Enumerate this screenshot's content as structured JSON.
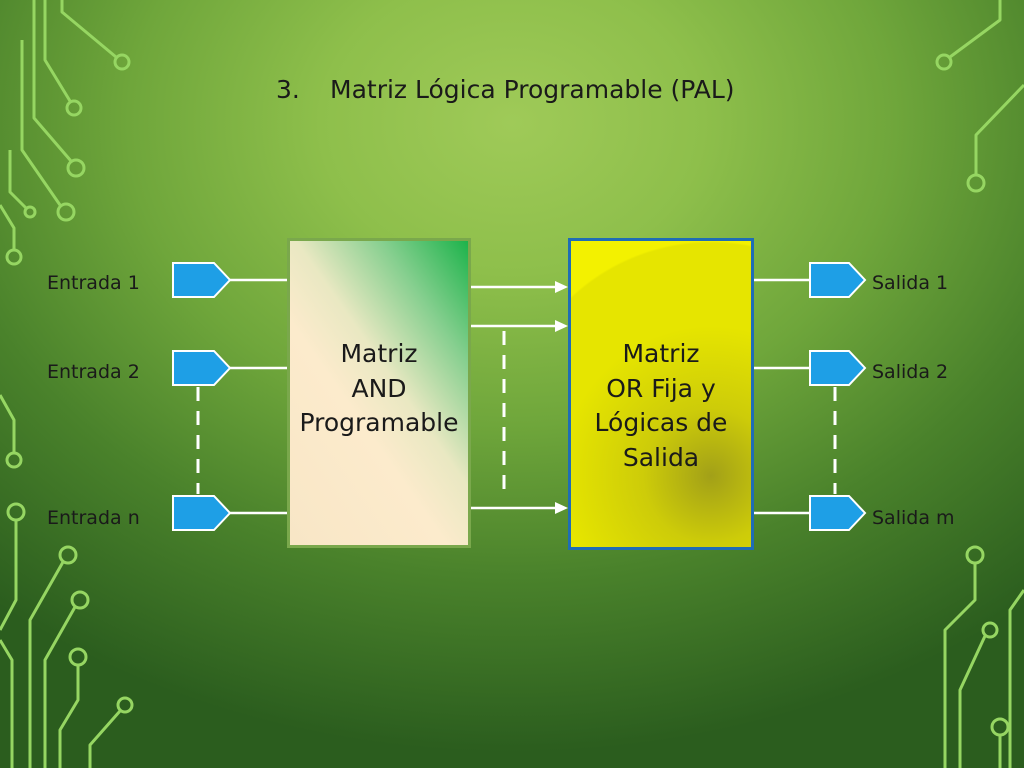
{
  "slide": {
    "title_number": "3.",
    "title": "Matriz Lógica Programable (PAL)"
  },
  "inputs": [
    {
      "label": "Entrada 1"
    },
    {
      "label": "Entrada 2"
    },
    {
      "label": "Entrada n"
    }
  ],
  "outputs": [
    {
      "label": "Salida 1"
    },
    {
      "label": "Salida 2"
    },
    {
      "label": "Salida m"
    }
  ],
  "and_block": {
    "lines": [
      "Matriz",
      "AND",
      "Programable"
    ]
  },
  "or_block": {
    "lines": [
      "Matriz",
      "OR Fija y",
      "Lógicas de",
      "Salida"
    ]
  },
  "icons": {
    "input_port": "pentagon-arrow-icon",
    "output_port": "pentagon-arrow-icon",
    "decoration": "circuit-trace"
  },
  "colors": {
    "text": "#1a1a1a",
    "port_blue": "#1e9fe6",
    "connector": "#ffffff",
    "and_border": "#7aa84c",
    "and_green": "#1db34b",
    "and_cream": "#fcebcc",
    "or_yellow": "#e6e500",
    "or_border": "#1f6db5",
    "circuit": "#96d662"
  }
}
